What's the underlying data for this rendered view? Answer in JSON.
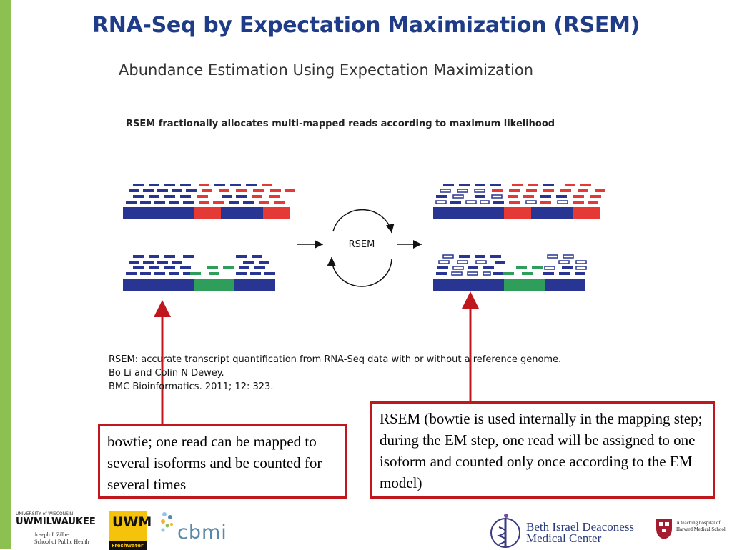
{
  "slide": {
    "title": "RNA-Seq by Expectation Maximization (RSEM)",
    "subtitle": "Abundance Estimation Using Expectation Maximization",
    "caption": "RSEM fractionally allocates multi-mapped reads according to maximum likelihood"
  },
  "diagram": {
    "center_label": "RSEM",
    "colors": {
      "blue": "#283593",
      "red": "#e53935",
      "green": "#2e9e5a",
      "arrow": "#c0171f"
    }
  },
  "reference": {
    "line1": "RSEM: accurate transcript quantification from RNA-Seq data with or without a reference genome.",
    "line2": "Bo Li and Colin N Dewey.",
    "line3": "BMC Bioinformatics. 2011; 12: 323."
  },
  "callouts": {
    "left": "bowtie; one read can be mapped to several isoforms and be counted for several times",
    "right": "RSEM (bowtie is used internally in the mapping step; during the EM step, one read will be assigned to one isoform and counted only once according to the EM model)"
  },
  "logos": {
    "uwm_small": "UNIVERSITY of WISCONSIN",
    "uwm_main": "UWMILWAUKEE",
    "zilber_line1": "Joseph J. Zilber",
    "zilber_line2": "School of Public Health",
    "uwm_box": "UWM",
    "uwm_freshwater": "Freshwater",
    "cbmi": "cbmi",
    "bidmc_line1": "Beth Israel Deaconess",
    "bidmc_line2": "Medical Center",
    "harvard_line1": "A teaching hospital of",
    "harvard_line2": "Harvard Medical School"
  }
}
